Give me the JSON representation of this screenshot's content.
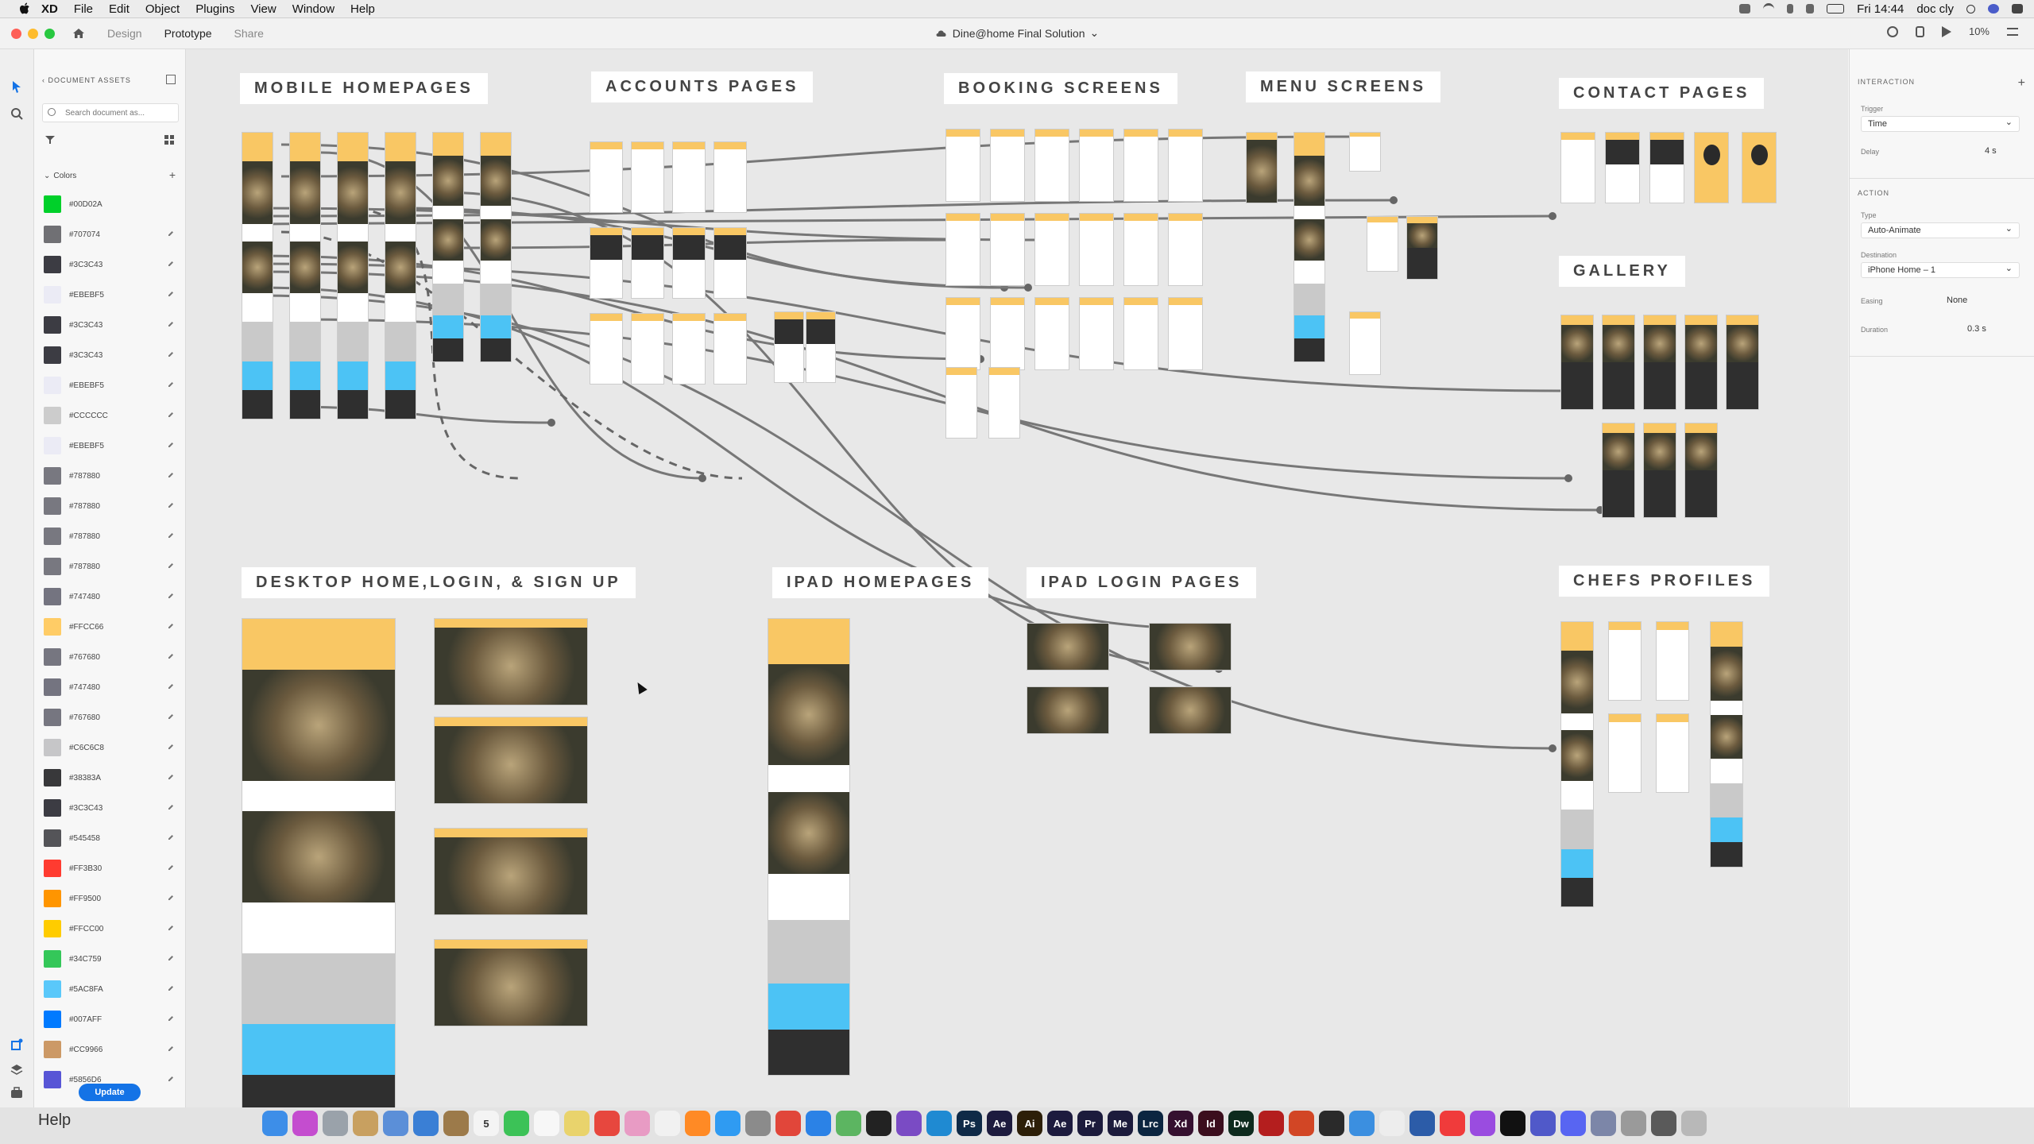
{
  "menubar": {
    "app": "XD",
    "items": [
      "File",
      "Edit",
      "Object",
      "Plugins",
      "View",
      "Window",
      "Help"
    ],
    "clock": "Fri 14:44",
    "user": "doc cly"
  },
  "titlebar": {
    "modes": [
      "Design",
      "Prototype",
      "Share"
    ],
    "active_mode": "Prototype",
    "doc_title": "Dine@home Final Solution",
    "zoom": "10%"
  },
  "assets": {
    "header": "DOCUMENT ASSETS",
    "search_placeholder": "Search document as...",
    "colors_label": "Colors",
    "update_label": "Update",
    "colors": [
      {
        "hex": "#00D02A",
        "color": "#00D02A"
      },
      {
        "hex": "#707074",
        "color": "#707074"
      },
      {
        "hex": "#3C3C43",
        "color": "#3C3C43"
      },
      {
        "hex": "#EBEBF5",
        "color": "#EBEBF5"
      },
      {
        "hex": "#3C3C43",
        "color": "#3C3C43"
      },
      {
        "hex": "#3C3C43",
        "color": "#3C3C43"
      },
      {
        "hex": "#EBEBF5",
        "color": "#EBEBF5"
      },
      {
        "hex": "#CCCCCC",
        "color": "#CCCCCC"
      },
      {
        "hex": "#EBEBF5",
        "color": "#EBEBF5"
      },
      {
        "hex": "#787880",
        "color": "#787880"
      },
      {
        "hex": "#787880",
        "color": "#787880"
      },
      {
        "hex": "#787880",
        "color": "#787880"
      },
      {
        "hex": "#787880",
        "color": "#787880"
      },
      {
        "hex": "#747480",
        "color": "#747480"
      },
      {
        "hex": "#FFCC66",
        "color": "#FFCC66"
      },
      {
        "hex": "#767680",
        "color": "#767680"
      },
      {
        "hex": "#747480",
        "color": "#747480"
      },
      {
        "hex": "#767680",
        "color": "#767680"
      },
      {
        "hex": "#C6C6C8",
        "color": "#C6C6C8"
      },
      {
        "hex": "#38383A",
        "color": "#38383A"
      },
      {
        "hex": "#3C3C43",
        "color": "#3C3C43"
      },
      {
        "hex": "#545458",
        "color": "#545458"
      },
      {
        "hex": "#FF3B30",
        "color": "#FF3B30"
      },
      {
        "hex": "#FF9500",
        "color": "#FF9500"
      },
      {
        "hex": "#FFCC00",
        "color": "#FFCC00"
      },
      {
        "hex": "#34C759",
        "color": "#34C759"
      },
      {
        "hex": "#5AC8FA",
        "color": "#5AC8FA"
      },
      {
        "hex": "#007AFF",
        "color": "#007AFF"
      },
      {
        "hex": "#CC9966",
        "color": "#CC9966"
      },
      {
        "hex": "#5856D6",
        "color": "#5856D6"
      }
    ]
  },
  "canvas": {
    "sections": {
      "mobile": "MOBILE HOMEPAGES",
      "accounts": "ACCOUNTS PAGES",
      "booking": "BOOKING SCREENS",
      "menu": "MENU SCREENS",
      "contact": "CONTACT PAGES",
      "gallery": "GALLERY",
      "desktop": "DESKTOP HOME,LOGIN, & SIGN UP",
      "ipad_home": "IPAD HOMEPAGES",
      "ipad_login": "IPAD LOGIN PAGES",
      "chefs": "CHEFS PROFILES"
    }
  },
  "inspector": {
    "header": "INTERACTION",
    "trigger_label": "Trigger",
    "trigger_value": "Time",
    "delay_label": "Delay",
    "delay_value": "4 s",
    "action_header": "ACTION",
    "type_label": "Type",
    "type_value": "Auto-Animate",
    "destination_label": "Destination",
    "destination_value": "iPhone Home – 1",
    "easing_label": "Easing",
    "easing_value": "None",
    "duration_label": "Duration",
    "duration_value": "0.3 s"
  },
  "dock": {
    "help": "Help",
    "apps": [
      {
        "name": "finder-icon",
        "label": "",
        "color": "#3d8ee8"
      },
      {
        "name": "siri-icon",
        "label": "",
        "color": "#c44dcf"
      },
      {
        "name": "launchpad-icon",
        "label": "",
        "color": "#9aa2aa"
      },
      {
        "name": "folder-icon",
        "label": "",
        "color": "#c8a060"
      },
      {
        "name": "preview-icon",
        "label": "",
        "color": "#5b8fd8"
      },
      {
        "name": "safari-icon",
        "label": "",
        "color": "#3a7fd5"
      },
      {
        "name": "notes-icon",
        "label": "",
        "color": "#9c7a4a"
      },
      {
        "name": "calendar-icon",
        "label": "5",
        "color": "#f4f4f4"
      },
      {
        "name": "facetime-icon",
        "label": "",
        "color": "#3cc257"
      },
      {
        "name": "reminders-icon",
        "label": "",
        "color": "#f7f7f7"
      },
      {
        "name": "stickies-icon",
        "label": "",
        "color": "#e9d36c"
      },
      {
        "name": "chrome-icon",
        "label": "",
        "color": "#e7473e"
      },
      {
        "name": "photos-icon",
        "label": "",
        "color": "#e89bc4"
      },
      {
        "name": "news-icon",
        "label": "",
        "color": "#f1f1f1"
      },
      {
        "name": "books-icon",
        "label": "",
        "color": "#ff8a25"
      },
      {
        "name": "appstore-icon",
        "label": "",
        "color": "#2f9bf2"
      },
      {
        "name": "settings-icon",
        "label": "",
        "color": "#8b8b8b"
      },
      {
        "name": "chrome2-icon",
        "label": "",
        "color": "#e1463a"
      },
      {
        "name": "safari2-icon",
        "label": "",
        "color": "#2b82e6"
      },
      {
        "name": "maps-icon",
        "label": "",
        "color": "#5cb561"
      },
      {
        "name": "terminal-icon",
        "label": "",
        "color": "#222222"
      },
      {
        "name": "visualstudio-icon",
        "label": "",
        "color": "#7a4bc4"
      },
      {
        "name": "vscode-icon",
        "label": "",
        "color": "#1f8ad2"
      },
      {
        "name": "photoshop-icon",
        "label": "Ps",
        "color": "#0f2a47"
      },
      {
        "name": "aftereffects-icon",
        "label": "Ae",
        "color": "#1d1b3e"
      },
      {
        "name": "illustrator-icon",
        "label": "Ai",
        "color": "#2d1f08"
      },
      {
        "name": "aftereffects2-icon",
        "label": "Ae",
        "color": "#1d1b3e"
      },
      {
        "name": "premiere-icon",
        "label": "Pr",
        "color": "#1c1b3c"
      },
      {
        "name": "mediaencoder-icon",
        "label": "Me",
        "color": "#1c1b3c"
      },
      {
        "name": "lightroom-icon",
        "label": "Lrc",
        "color": "#0b2540"
      },
      {
        "name": "xd-icon",
        "label": "Xd",
        "color": "#35102f"
      },
      {
        "name": "indesign-icon",
        "label": "Id",
        "color": "#3b0e1d"
      },
      {
        "name": "dreamweaver-icon",
        "label": "Dw",
        "color": "#0d2a1d"
      },
      {
        "name": "acrobat-icon",
        "label": "",
        "color": "#b41e1e"
      },
      {
        "name": "powerpoint-icon",
        "label": "",
        "color": "#d24625"
      },
      {
        "name": "davinci-icon",
        "label": "",
        "color": "#2a2a2a"
      },
      {
        "name": "xcode-icon",
        "label": "",
        "color": "#3b8fe0"
      },
      {
        "name": "textedit-icon",
        "label": "",
        "color": "#ededed"
      },
      {
        "name": "quicktime-icon",
        "label": "",
        "color": "#2c5ca8"
      },
      {
        "name": "youtube-icon",
        "label": "",
        "color": "#f03b3b"
      },
      {
        "name": "podcasts-icon",
        "label": "",
        "color": "#9a4ce0"
      },
      {
        "name": "appletv-icon",
        "label": "",
        "color": "#111111"
      },
      {
        "name": "teams-icon",
        "label": "",
        "color": "#5059c9"
      },
      {
        "name": "discord-icon",
        "label": "",
        "color": "#5865f2"
      },
      {
        "name": "messages-icon",
        "label": "",
        "color": "#7c86a8"
      },
      {
        "name": "screenshot-icon",
        "label": "",
        "color": "#9a9a9a"
      },
      {
        "name": "downloads-icon",
        "label": "",
        "color": "#5a5a5a"
      },
      {
        "name": "trash-icon",
        "label": "",
        "color": "#b8b8b8"
      }
    ]
  }
}
